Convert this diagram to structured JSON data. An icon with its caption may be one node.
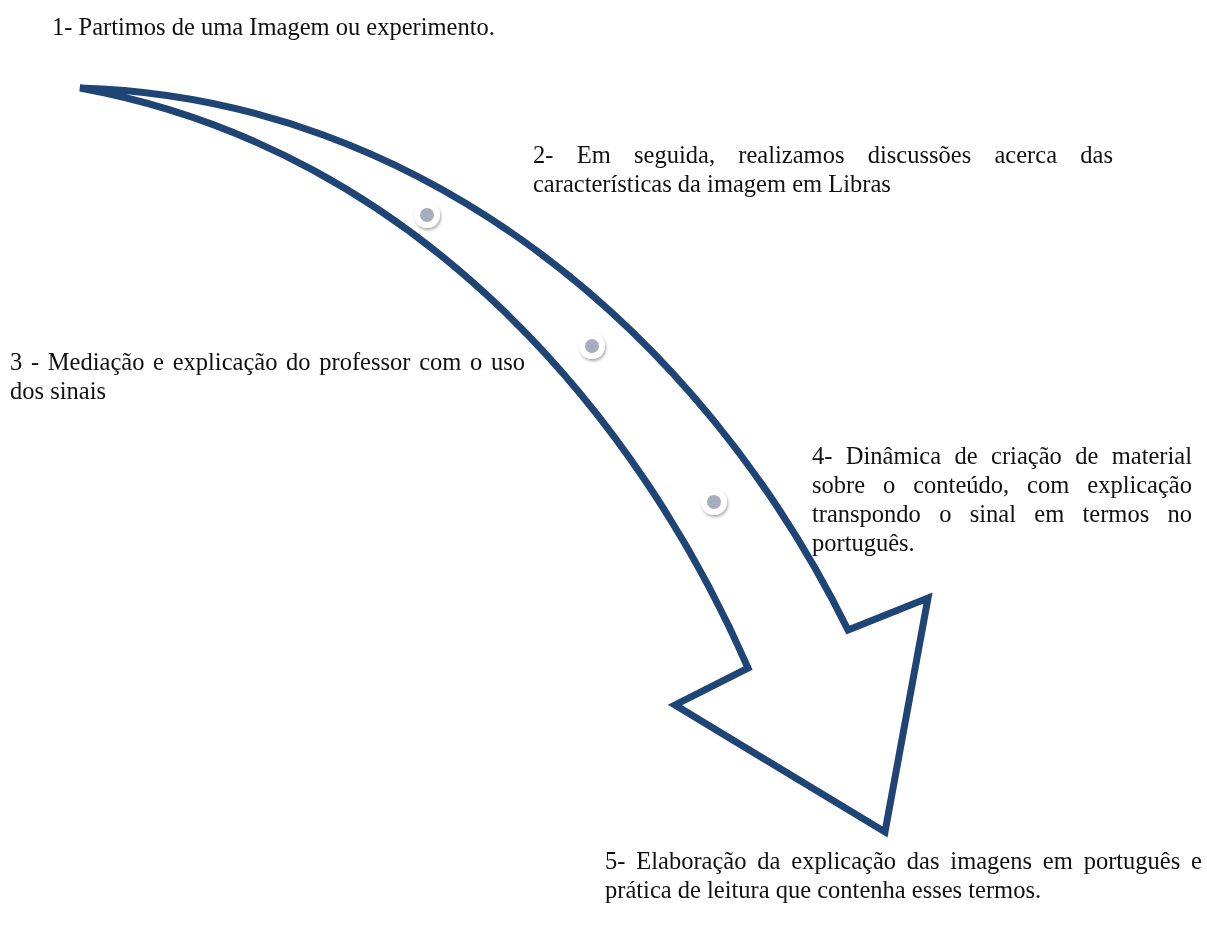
{
  "diagram": {
    "nodes": [
      {
        "text": [
          "1- Partimos de uma Imagem ou experimento."
        ]
      },
      {
        "text": [
          "2- Em seguida, realizamos discussões acerca das características da imagem em Libras"
        ]
      },
      {
        "text": [
          "3 - Mediação e explicação do professor com o uso dos sinais"
        ]
      },
      {
        "text": [
          "4- Dinâmica de criação de material sobre o conteúdo, com explicação transpondo o sinal em termos no português."
        ]
      },
      {
        "text": [
          "5- Elaboração da explicação das imagens em português e prática de leitura que contenha esses termos."
        ]
      }
    ],
    "edges": [
      {
        "from": 0,
        "to": 4,
        "arrow": "to",
        "style": "thick"
      }
    ]
  }
}
